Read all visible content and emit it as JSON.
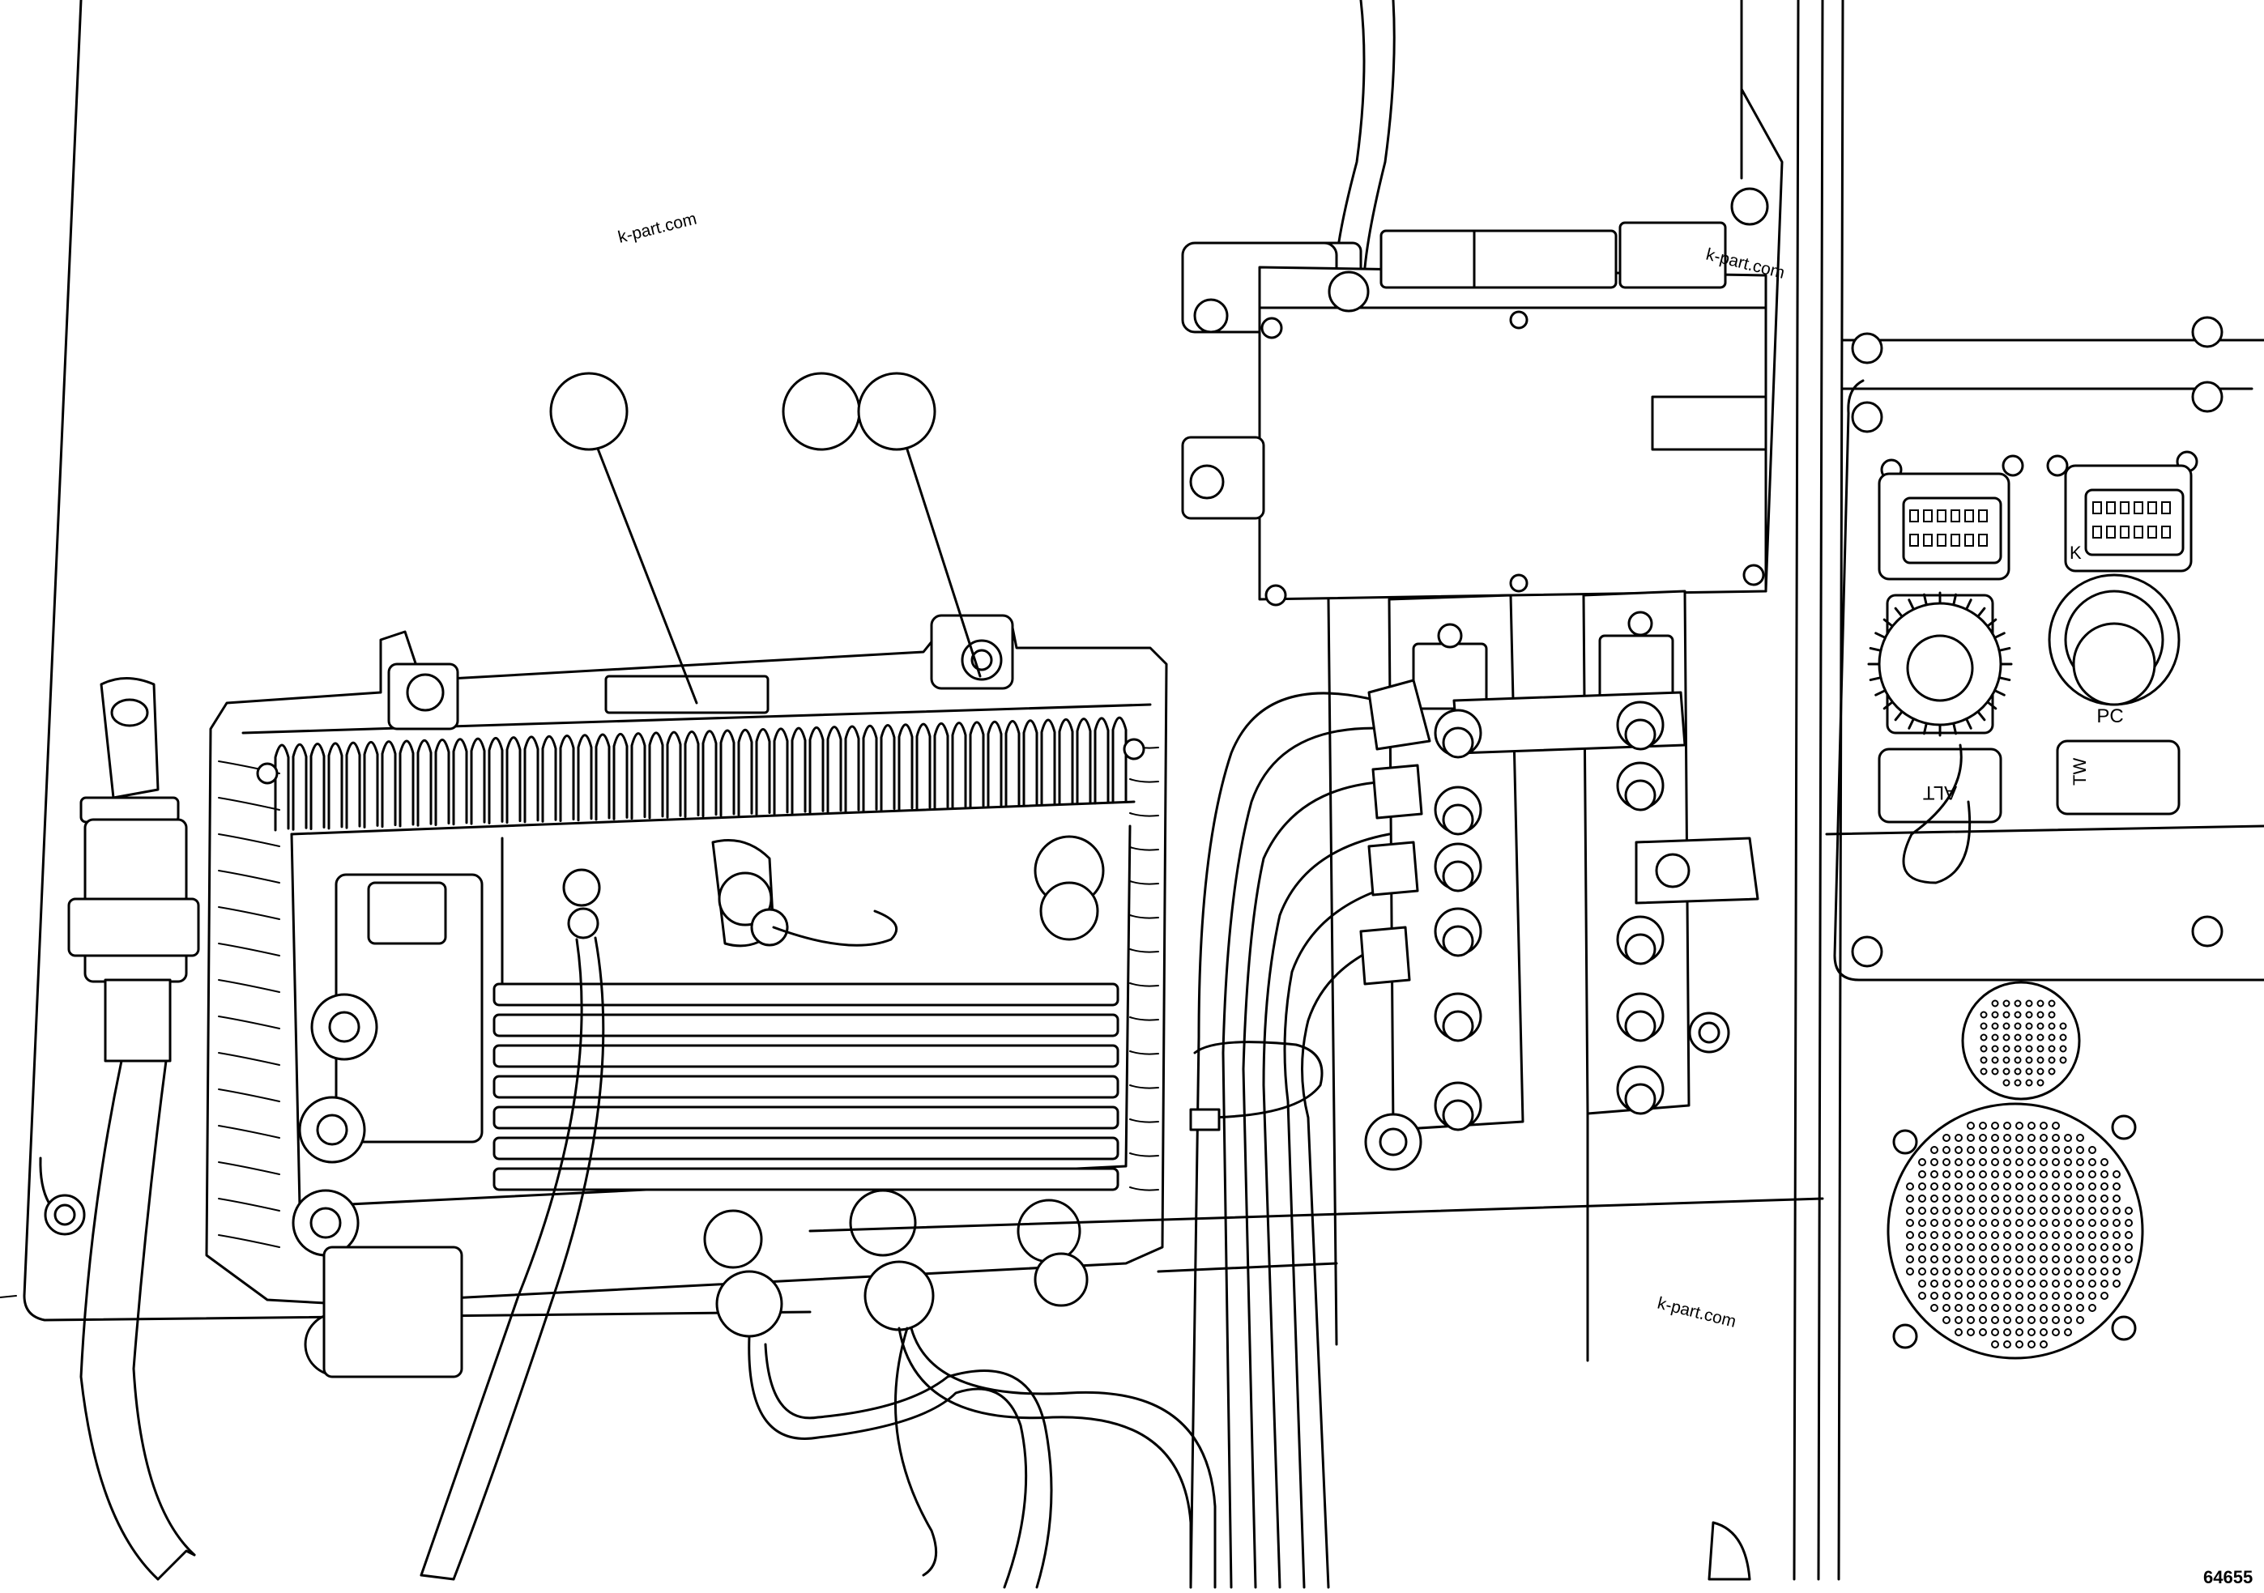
{
  "drawing": {
    "figure_number": "64655",
    "callouts": [
      {
        "id": "callout-1",
        "label": ""
      },
      {
        "id": "callout-2",
        "label": ""
      },
      {
        "id": "callout-3",
        "label": ""
      }
    ],
    "watermark": "k-part.com",
    "connector_labels": {
      "jack_1": "K",
      "jack_2": "PC",
      "plug_1": "ALT",
      "plug_2": "TW"
    }
  },
  "colors": {
    "line": "#000000",
    "background": "#ffffff"
  }
}
